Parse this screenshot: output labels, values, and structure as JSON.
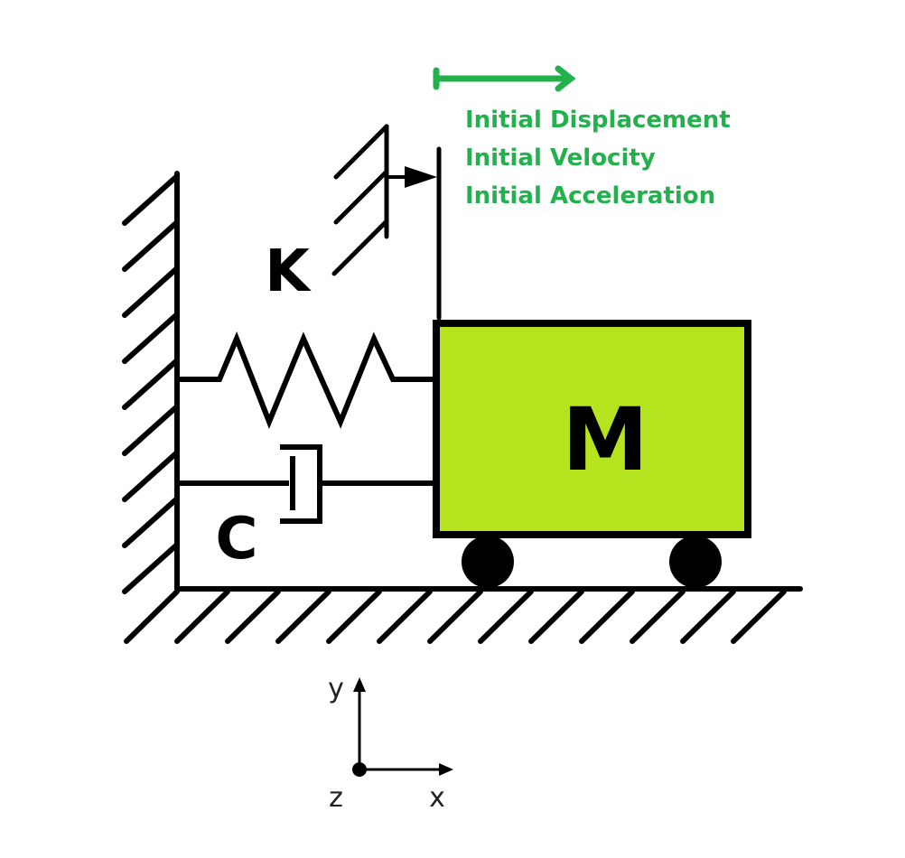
{
  "labels": {
    "stiffness": "K",
    "damping": "C",
    "mass": "M"
  },
  "initial_conditions": [
    "Initial Displacement",
    "Initial Velocity",
    "Initial Acceleration"
  ],
  "axes": {
    "y": "y",
    "x": "x",
    "z": "z"
  },
  "colors": {
    "mass_fill": "#b5e31e",
    "green": "#22b14c",
    "ink": "#000000"
  }
}
